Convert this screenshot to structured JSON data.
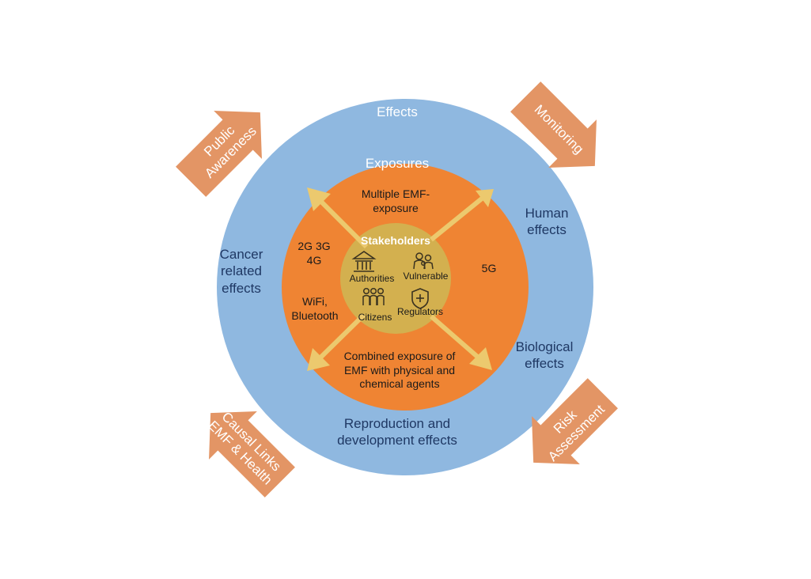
{
  "colors": {
    "outer_ring": "#8fb8e0",
    "middle_ring": "#ef8433",
    "inner_circle": "#d3b04f",
    "arrows_inner": "#ecc96e",
    "outer_arrows": "#e39565",
    "effects_text": "#1f3864"
  },
  "diagram": {
    "outer_ring": {
      "title": "Effects"
    },
    "middle_ring": {
      "title": "Exposures"
    },
    "inner_circle": {
      "title": "Stakeholders"
    },
    "effects": {
      "human": "Human\neffects",
      "cancer": "Cancer\nrelated\neffects",
      "biological": "Biological\neffects",
      "reproduction": "Reproduction and\ndevelopment effects"
    },
    "exposures": {
      "multiple": "Multiple EMF-\nexposure",
      "generations": "2G 3G\n4G",
      "wifi": "WiFi,\nBluetooth",
      "fiveg": "5G",
      "combined": "Combined exposure of\nEMF with physical and\nchemical agents"
    },
    "stakeholders": [
      {
        "label": "Authorities",
        "icon": "building-icon"
      },
      {
        "label": "Vulnerable",
        "icon": "family-icon"
      },
      {
        "label": "Citizens",
        "icon": "people-icon"
      },
      {
        "label": "Regulators",
        "icon": "shield-icon"
      }
    ],
    "outer_arrows": {
      "public_awareness": "Public\nAwareness",
      "monitoring": "Monitoring",
      "risk_assessment": "Risk\nAssessment",
      "causal_links": "Causal Links\nEMF & Health"
    }
  }
}
